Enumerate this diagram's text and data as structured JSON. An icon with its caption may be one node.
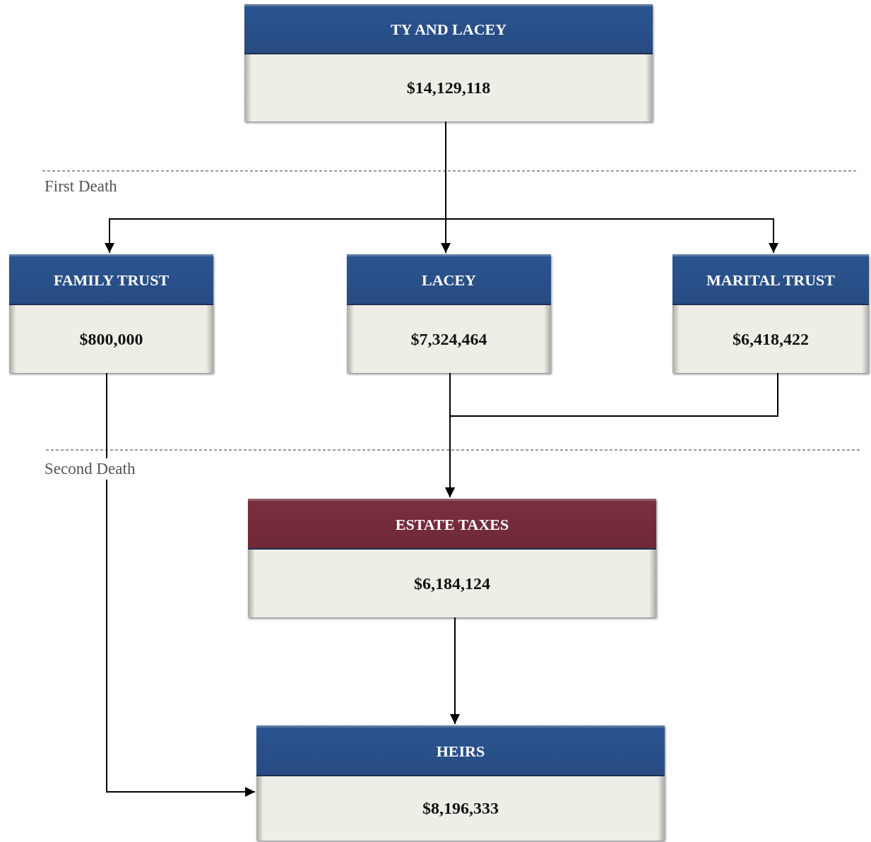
{
  "diagram": {
    "nodes": [
      {
        "text": [
          "TY AND LACEY",
          "$14,129,118"
        ]
      },
      {
        "text": [
          "FAMILY TRUST",
          "$800,000"
        ]
      },
      {
        "text": [
          "LACEY",
          "$7,324,464"
        ]
      },
      {
        "text": [
          "MARITAL TRUST",
          "$6,418,422"
        ]
      },
      {
        "text": [
          "ESTATE TAXES",
          "$6,184,124"
        ]
      },
      {
        "text": [
          "HEIRS",
          "$8,196,333"
        ]
      }
    ],
    "edges": [
      {
        "from": 0,
        "to": 1,
        "arrow": "to"
      },
      {
        "from": 0,
        "to": 2,
        "arrow": "to"
      },
      {
        "from": 0,
        "to": 3,
        "arrow": "to"
      },
      {
        "from": 2,
        "to": 4,
        "arrow": "to"
      },
      {
        "from": 3,
        "to": 4,
        "arrow": "to"
      },
      {
        "from": 1,
        "to": 5,
        "arrow": "to"
      },
      {
        "from": 4,
        "to": 5,
        "arrow": "to"
      }
    ],
    "labels": [
      "First Death",
      "Second Death"
    ]
  }
}
